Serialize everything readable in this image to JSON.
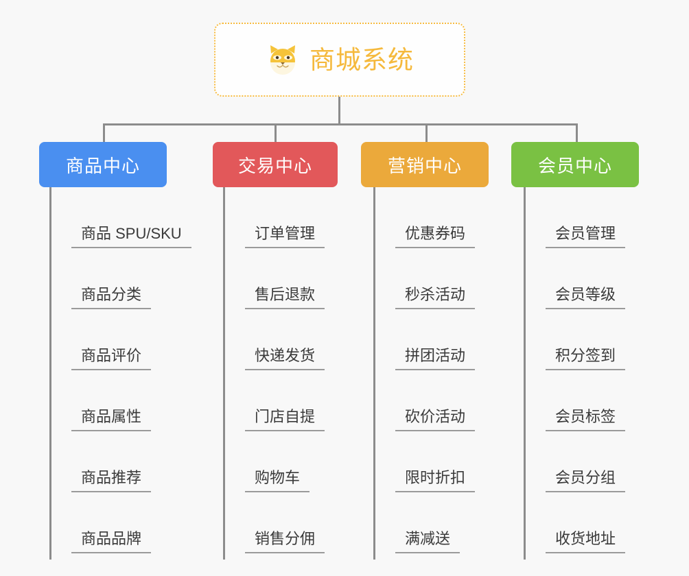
{
  "page": {
    "background_color": "#f8f8f8",
    "line_color": "#8c8c8c",
    "leaf_text_color": "#3a3a3a",
    "leaf_rule_color": "#9a9a9a"
  },
  "root": {
    "title": "商城系统",
    "icon": "shiba-dog-face-emoji",
    "text_color": "#f5b93c",
    "border_color": "#f7bb3f",
    "fill_color": "#fefefe"
  },
  "branches": [
    {
      "label": "商品中心",
      "color": "#4a8ff0",
      "items": [
        "商品 SPU/SKU",
        "商品分类",
        "商品评价",
        "商品属性",
        "商品推荐",
        "商品品牌"
      ]
    },
    {
      "label": "交易中心",
      "color": "#e2585a",
      "items": [
        "订单管理",
        "售后退款",
        "快递发货",
        "门店自提",
        "购物车",
        "销售分佣"
      ]
    },
    {
      "label": "营销中心",
      "color": "#eba93b",
      "items": [
        "优惠券码",
        "秒杀活动",
        "拼团活动",
        "砍价活动",
        "限时折扣",
        "满减送"
      ]
    },
    {
      "label": "会员中心",
      "color": "#7ac143",
      "items": [
        "会员管理",
        "会员等级",
        "积分签到",
        "会员标签",
        "会员分组",
        "收货地址"
      ]
    }
  ]
}
